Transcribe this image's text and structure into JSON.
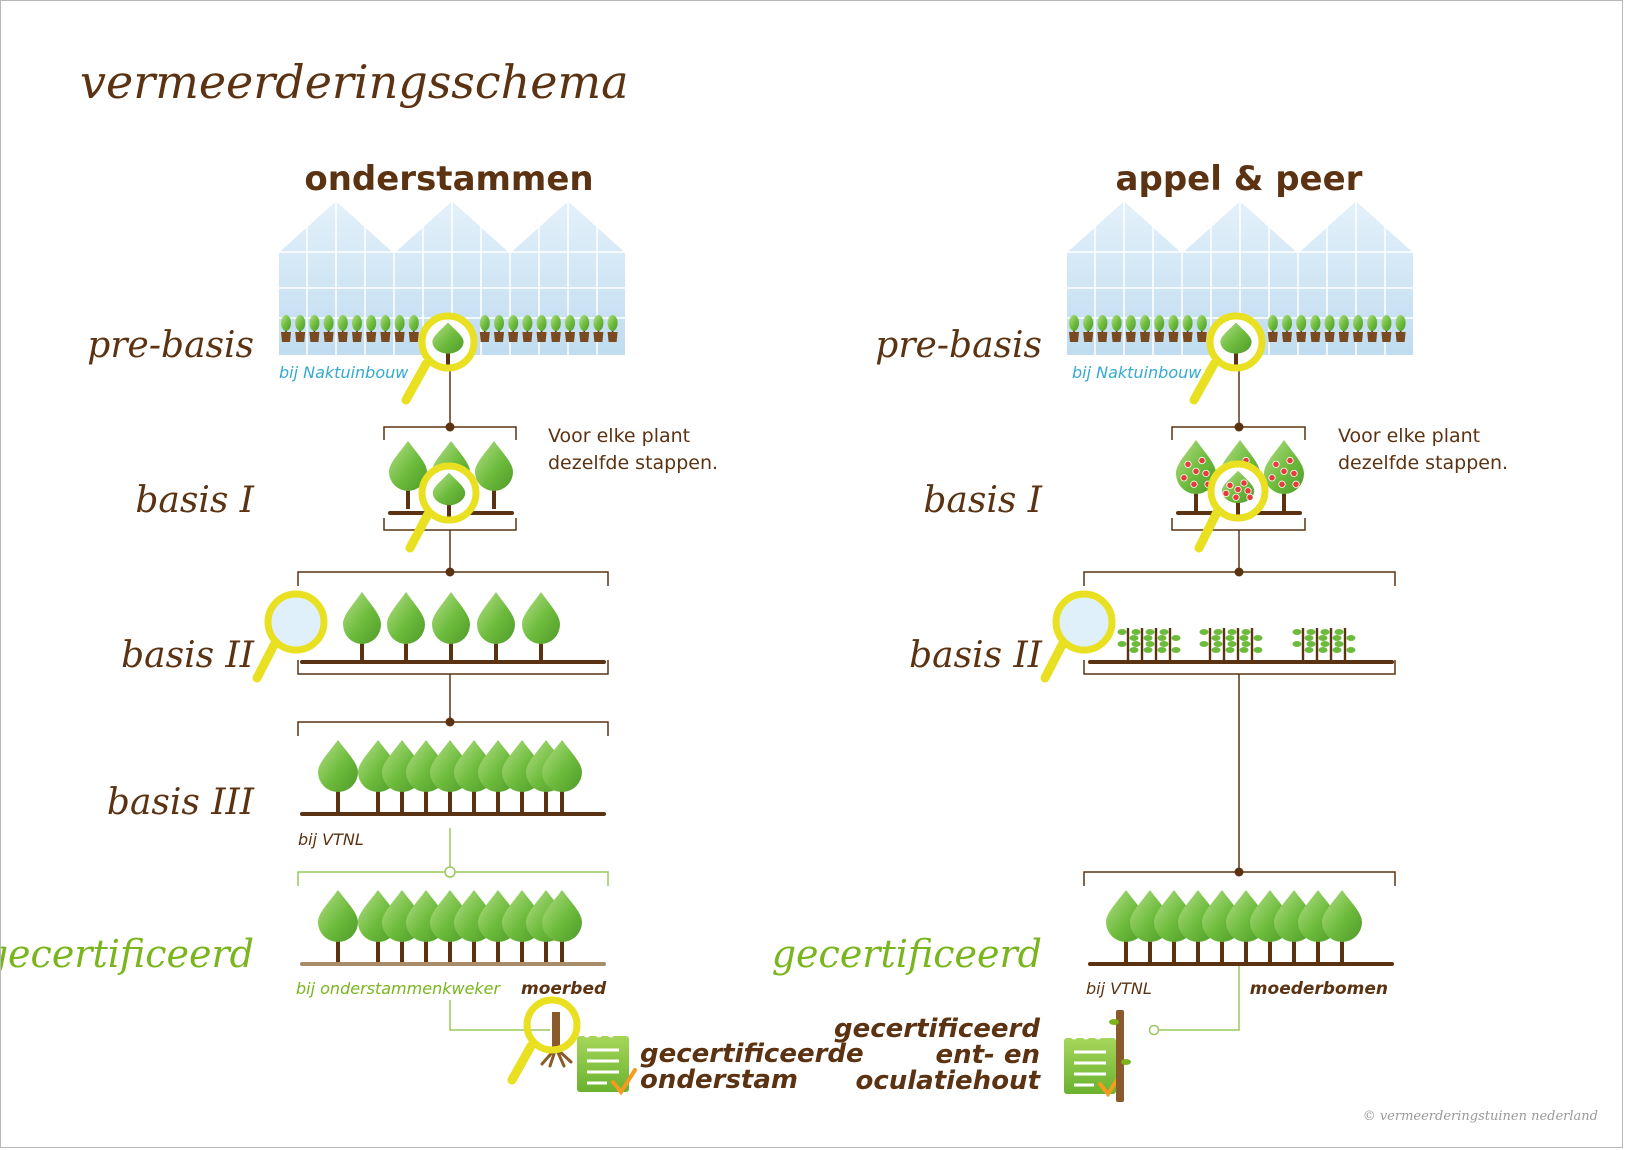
{
  "title": "vermeerderingsschema",
  "copyright": "© vermeerderingstuinen nederland",
  "colors": {
    "brown": "#5c3312",
    "green": "#7ab51d",
    "blue": "#36a9cf",
    "yellow": "#e8e020",
    "leaf": "#6fbf3f",
    "greenhouse": "#cfe6f5"
  },
  "left": {
    "heading": "onderstammen",
    "stages": {
      "prebasis": "pre-basis",
      "basis1": "basis I",
      "basis2": "basis II",
      "basis3": "basis III",
      "certified": "gecertificeerd"
    },
    "notes": {
      "naktuinbouw": "bij Naktuinbouw",
      "same_steps_1": "Voor elke plant",
      "same_steps_2": "dezelfde stappen.",
      "vtnl": "bij VTNL",
      "grower": "bij onderstammenkweker",
      "bed": "moerbed"
    },
    "result": [
      "gecertificeerde",
      "onderstam"
    ],
    "icons": [
      "greenhouse-icon",
      "magnifier-icon",
      "tree-icon",
      "rootstock-icon",
      "certificate-icon"
    ]
  },
  "right": {
    "heading": "appel & peer",
    "stages": {
      "prebasis": "pre-basis",
      "basis1": "basis I",
      "basis2": "basis II",
      "certified": "gecertificeerd"
    },
    "notes": {
      "naktuinbouw": "bij Naktuinbouw",
      "same_steps_1": "Voor elke plant",
      "same_steps_2": "dezelfde stappen.",
      "vtnl": "bij VTNL",
      "trees": "moederbomen"
    },
    "result": [
      "gecertificeerd",
      "ent- en",
      "oculatiehout"
    ],
    "icons": [
      "greenhouse-icon",
      "magnifier-icon",
      "fruit-tree-icon",
      "graft-wood-icon",
      "certificate-icon"
    ]
  }
}
